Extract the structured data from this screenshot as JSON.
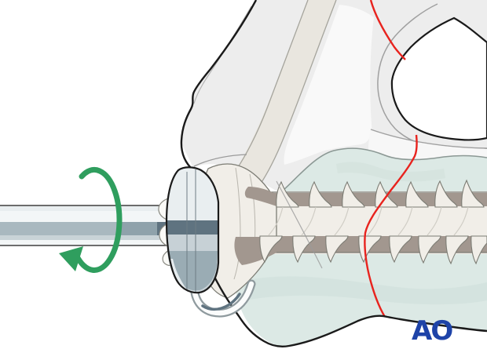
{
  "illustration": {
    "type": "medical-illustration",
    "subject": "Insertion of a lag screw with washer across a femoral head fracture using a screwdriver; green arrow indicates screwing rotation",
    "logo_text": "AO",
    "elements": {
      "bone": "proximal femur / pelvis bone with fracture",
      "fracture": "red fracture line crossing bone and articular surface",
      "cartilage": "pale teal articular cartilage of femoral head",
      "implant": "large cancellous lag screw with washer",
      "instrument": "screwdriver shaft with rotation arrow",
      "logo": "AO Foundation logo"
    },
    "colors": {
      "background": "#ffffff",
      "bone_fill": "#ededed",
      "bone_light": "#f9f9f9",
      "bone_outline": "#1a1a1a",
      "contour_gray": "#9a9a9a",
      "band_fill": "#e9e6df",
      "band_edge": "#a5a49c",
      "cartilage_fill": "#dce9e5",
      "cartilage_shade": "#cfdfda",
      "cartilage_edge": "#8b9894",
      "fracture_red": "#e8231e",
      "screw_cream": "#f1eee8",
      "screw_edge": "#7c7c74",
      "thread_shadow": "#a2978f",
      "metal_light": "#e9eef0",
      "metal_panel": "#c7d1d6",
      "metal_mid": "#a9b8bf",
      "metal_deep": "#8fa2ab",
      "metal_dark": "#5f7380",
      "shaft_outline": "#3f3f3f",
      "arrow_green": "#2f9e5e",
      "logo_blue": "#1e43a8"
    }
  }
}
